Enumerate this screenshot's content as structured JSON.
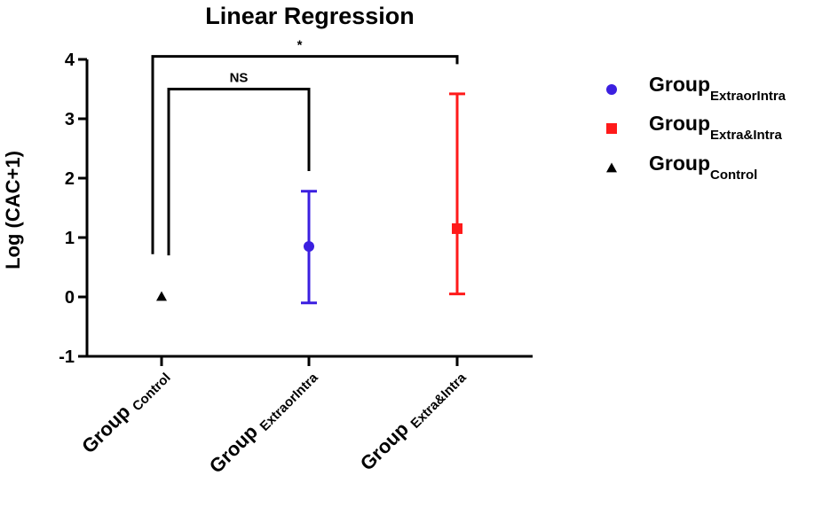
{
  "chart_data": {
    "type": "scatter",
    "title": "Linear Regression",
    "ylabel": "Log (CAC+1)",
    "xlabel": "",
    "ylim": [
      -1,
      4
    ],
    "yticks": [
      -1,
      0,
      1,
      2,
      3,
      4
    ],
    "ytick_labels": [
      "-1",
      "0",
      "1",
      "2",
      "3",
      "4"
    ],
    "grid": false,
    "legend_position": "right",
    "categories": [
      {
        "main": "Group",
        "sub": "Control"
      },
      {
        "main": "Group",
        "sub": "ExtraorIntra"
      },
      {
        "main": "Group",
        "sub": "Extra&Intra"
      }
    ],
    "points": [
      {
        "category": 0,
        "value": 0.0,
        "error_low": 0.0,
        "error_high": 0.0,
        "marker": "triangle",
        "color": "#000000"
      },
      {
        "category": 1,
        "value": 0.85,
        "error_low": -0.1,
        "error_high": 1.78,
        "marker": "circle",
        "color": "#3b1fe0"
      },
      {
        "category": 2,
        "value": 1.15,
        "error_low": 0.05,
        "error_high": 3.42,
        "marker": "square",
        "color": "#ff1a1a"
      }
    ],
    "significance": [
      {
        "from": 0,
        "to": 1,
        "label": "NS",
        "level": 3.5
      },
      {
        "from": 0,
        "to": 2,
        "label": "*",
        "level": 4.05
      }
    ],
    "legend": [
      {
        "main": "Group",
        "sub": "ExtraorIntra",
        "marker": "circle",
        "color": "#3b1fe0"
      },
      {
        "main": "Group",
        "sub": "Extra&Intra",
        "marker": "square",
        "color": "#ff1a1a"
      },
      {
        "main": "Group",
        "sub": "Control",
        "marker": "triangle",
        "color": "#000000"
      }
    ]
  }
}
